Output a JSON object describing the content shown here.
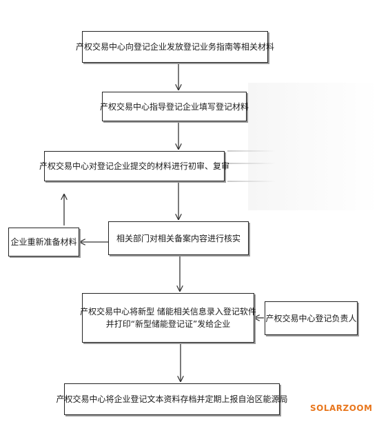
{
  "nodes": {
    "step1": "产权交易中心向登记企业发放登记业务指南等相关材料",
    "step2": "产权交易中心指导登记企业填写登记材料",
    "step3": "产权交易中心对登记企业提交的材料进行初审、复审",
    "step4": "相关部门对相关备案内容进行核实",
    "side_left": "企业重新准备材料",
    "step5_line1": "产权交易中心将新型 储能相关信息录入登记软件",
    "step5_line2": "并打印“新型储能登记证”发给企业",
    "side_right": "产权交易中心登记负责人",
    "step6": "产权交易中心将企业登记文本资料存档并定期上报自治区能源局"
  },
  "watermark": "SOLARZOOM",
  "colors": {
    "border": "#222222",
    "arrow": "#333333",
    "watermark": "#e8771e"
  }
}
